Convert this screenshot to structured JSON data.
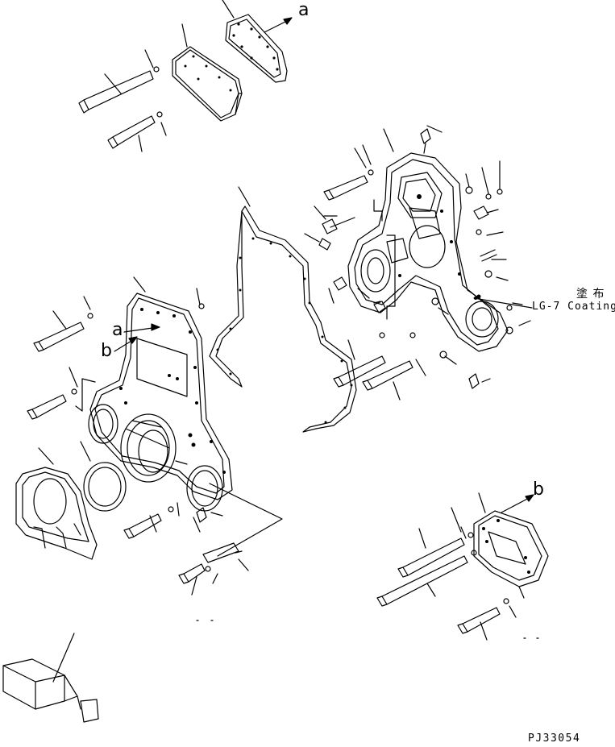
{
  "callouts": {
    "a_top": "a",
    "a_left": "a",
    "b_left": "b",
    "b_right": "b"
  },
  "coating": {
    "jp": "塗 布",
    "en": "LG-7 Coating"
  },
  "drawing_code": "PJ33054"
}
